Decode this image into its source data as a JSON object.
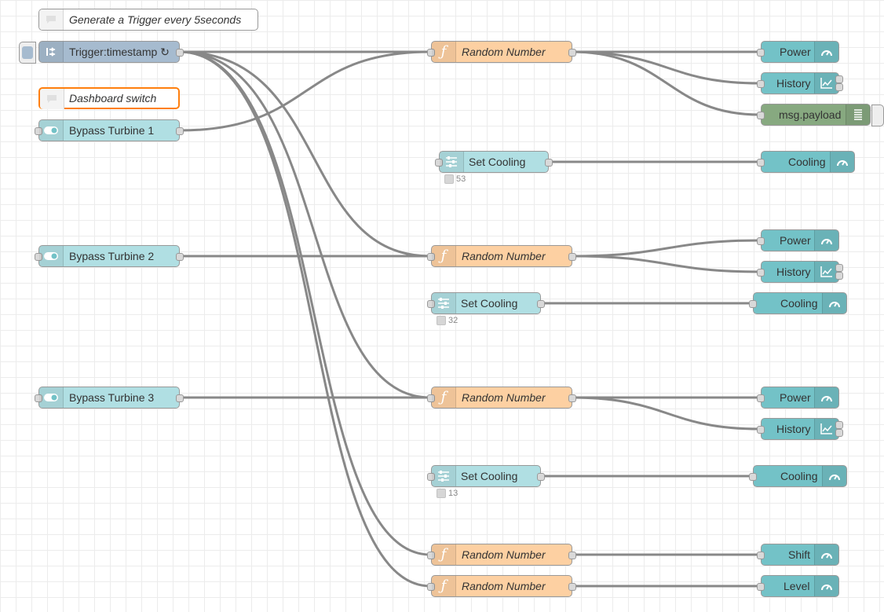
{
  "comments": {
    "trigger_comment": "Generate a Trigger every 5seconds",
    "dashboard_comment": "Dashboard switch"
  },
  "inject": {
    "label": "Trigger:timestamp ↻"
  },
  "switches": {
    "turbine1": "Bypass Turbine 1",
    "turbine2": "Bypass Turbine 2",
    "turbine3": "Bypass Turbine 3"
  },
  "functions": {
    "f1": "Random Number",
    "f2": "Random Number",
    "f3": "Random Number",
    "f4": "Random Number",
    "f5": "Random Number"
  },
  "sliders": {
    "s1": {
      "label": "Set Cooling",
      "status": "53"
    },
    "s2": {
      "label": "Set Cooling",
      "status": "32"
    },
    "s3": {
      "label": "Set Cooling",
      "status": "13"
    }
  },
  "outputs": {
    "power1": "Power",
    "history1": "History",
    "debug": "msg.payload",
    "cooling1": "Cooling",
    "power2": "Power",
    "history2": "History",
    "cooling2": "Cooling",
    "power3": "Power",
    "history3": "History",
    "cooling3": "Cooling",
    "shift": "Shift",
    "level": "Level"
  },
  "colors": {
    "inject": "#a6bbcf",
    "function": "#fdd0a2",
    "ui_switch": "#b0dfe3",
    "ui_gauge": "#73c2c7",
    "debug": "#87a980",
    "selection": "#ff7f0e",
    "wire": "#888888"
  },
  "icons": {
    "comment": "comment-bubble-icon",
    "inject": "arrow-in-icon",
    "switch": "toggle-icon",
    "function": "function-icon",
    "slider": "slider-icon",
    "gauge": "gauge-icon",
    "chart": "chart-icon",
    "debug": "list-icon"
  }
}
